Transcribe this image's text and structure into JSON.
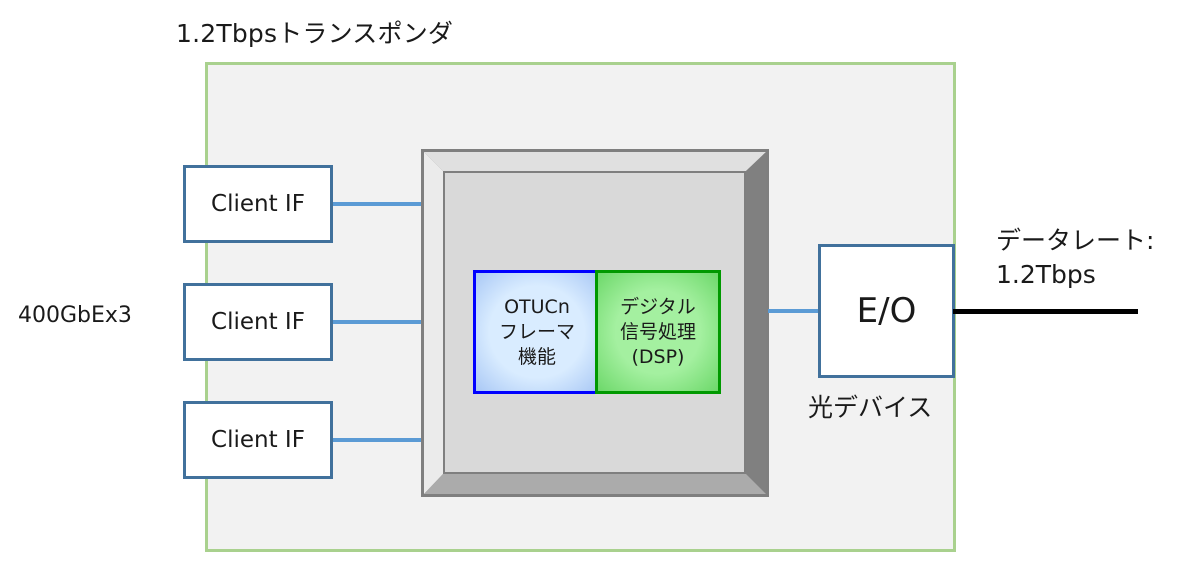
{
  "title": "1.2Tbpsトランスポンダ",
  "client_side_label": "400GbEx3",
  "client_interfaces": [
    {
      "label": "Client IF"
    },
    {
      "label": "Client IF"
    },
    {
      "label": "Client IF"
    }
  ],
  "chip": {
    "framer": {
      "lines": [
        "OTUCn",
        "フレーマ",
        "機能"
      ]
    },
    "dsp": {
      "lines": [
        "デジタル",
        "信号処理",
        "(DSP)"
      ]
    }
  },
  "eo": {
    "label": "E/O",
    "caption": "光デバイス"
  },
  "output": {
    "rate_label": "データレート:",
    "rate_value": "1.2Tbps"
  },
  "colors": {
    "outer_border": "#a9d18e",
    "outer_fill": "#f2f2f2",
    "box_border": "#41719c",
    "link": "#5b9bd5",
    "framer_border": "#0000ff",
    "dsp_border": "#009900"
  }
}
